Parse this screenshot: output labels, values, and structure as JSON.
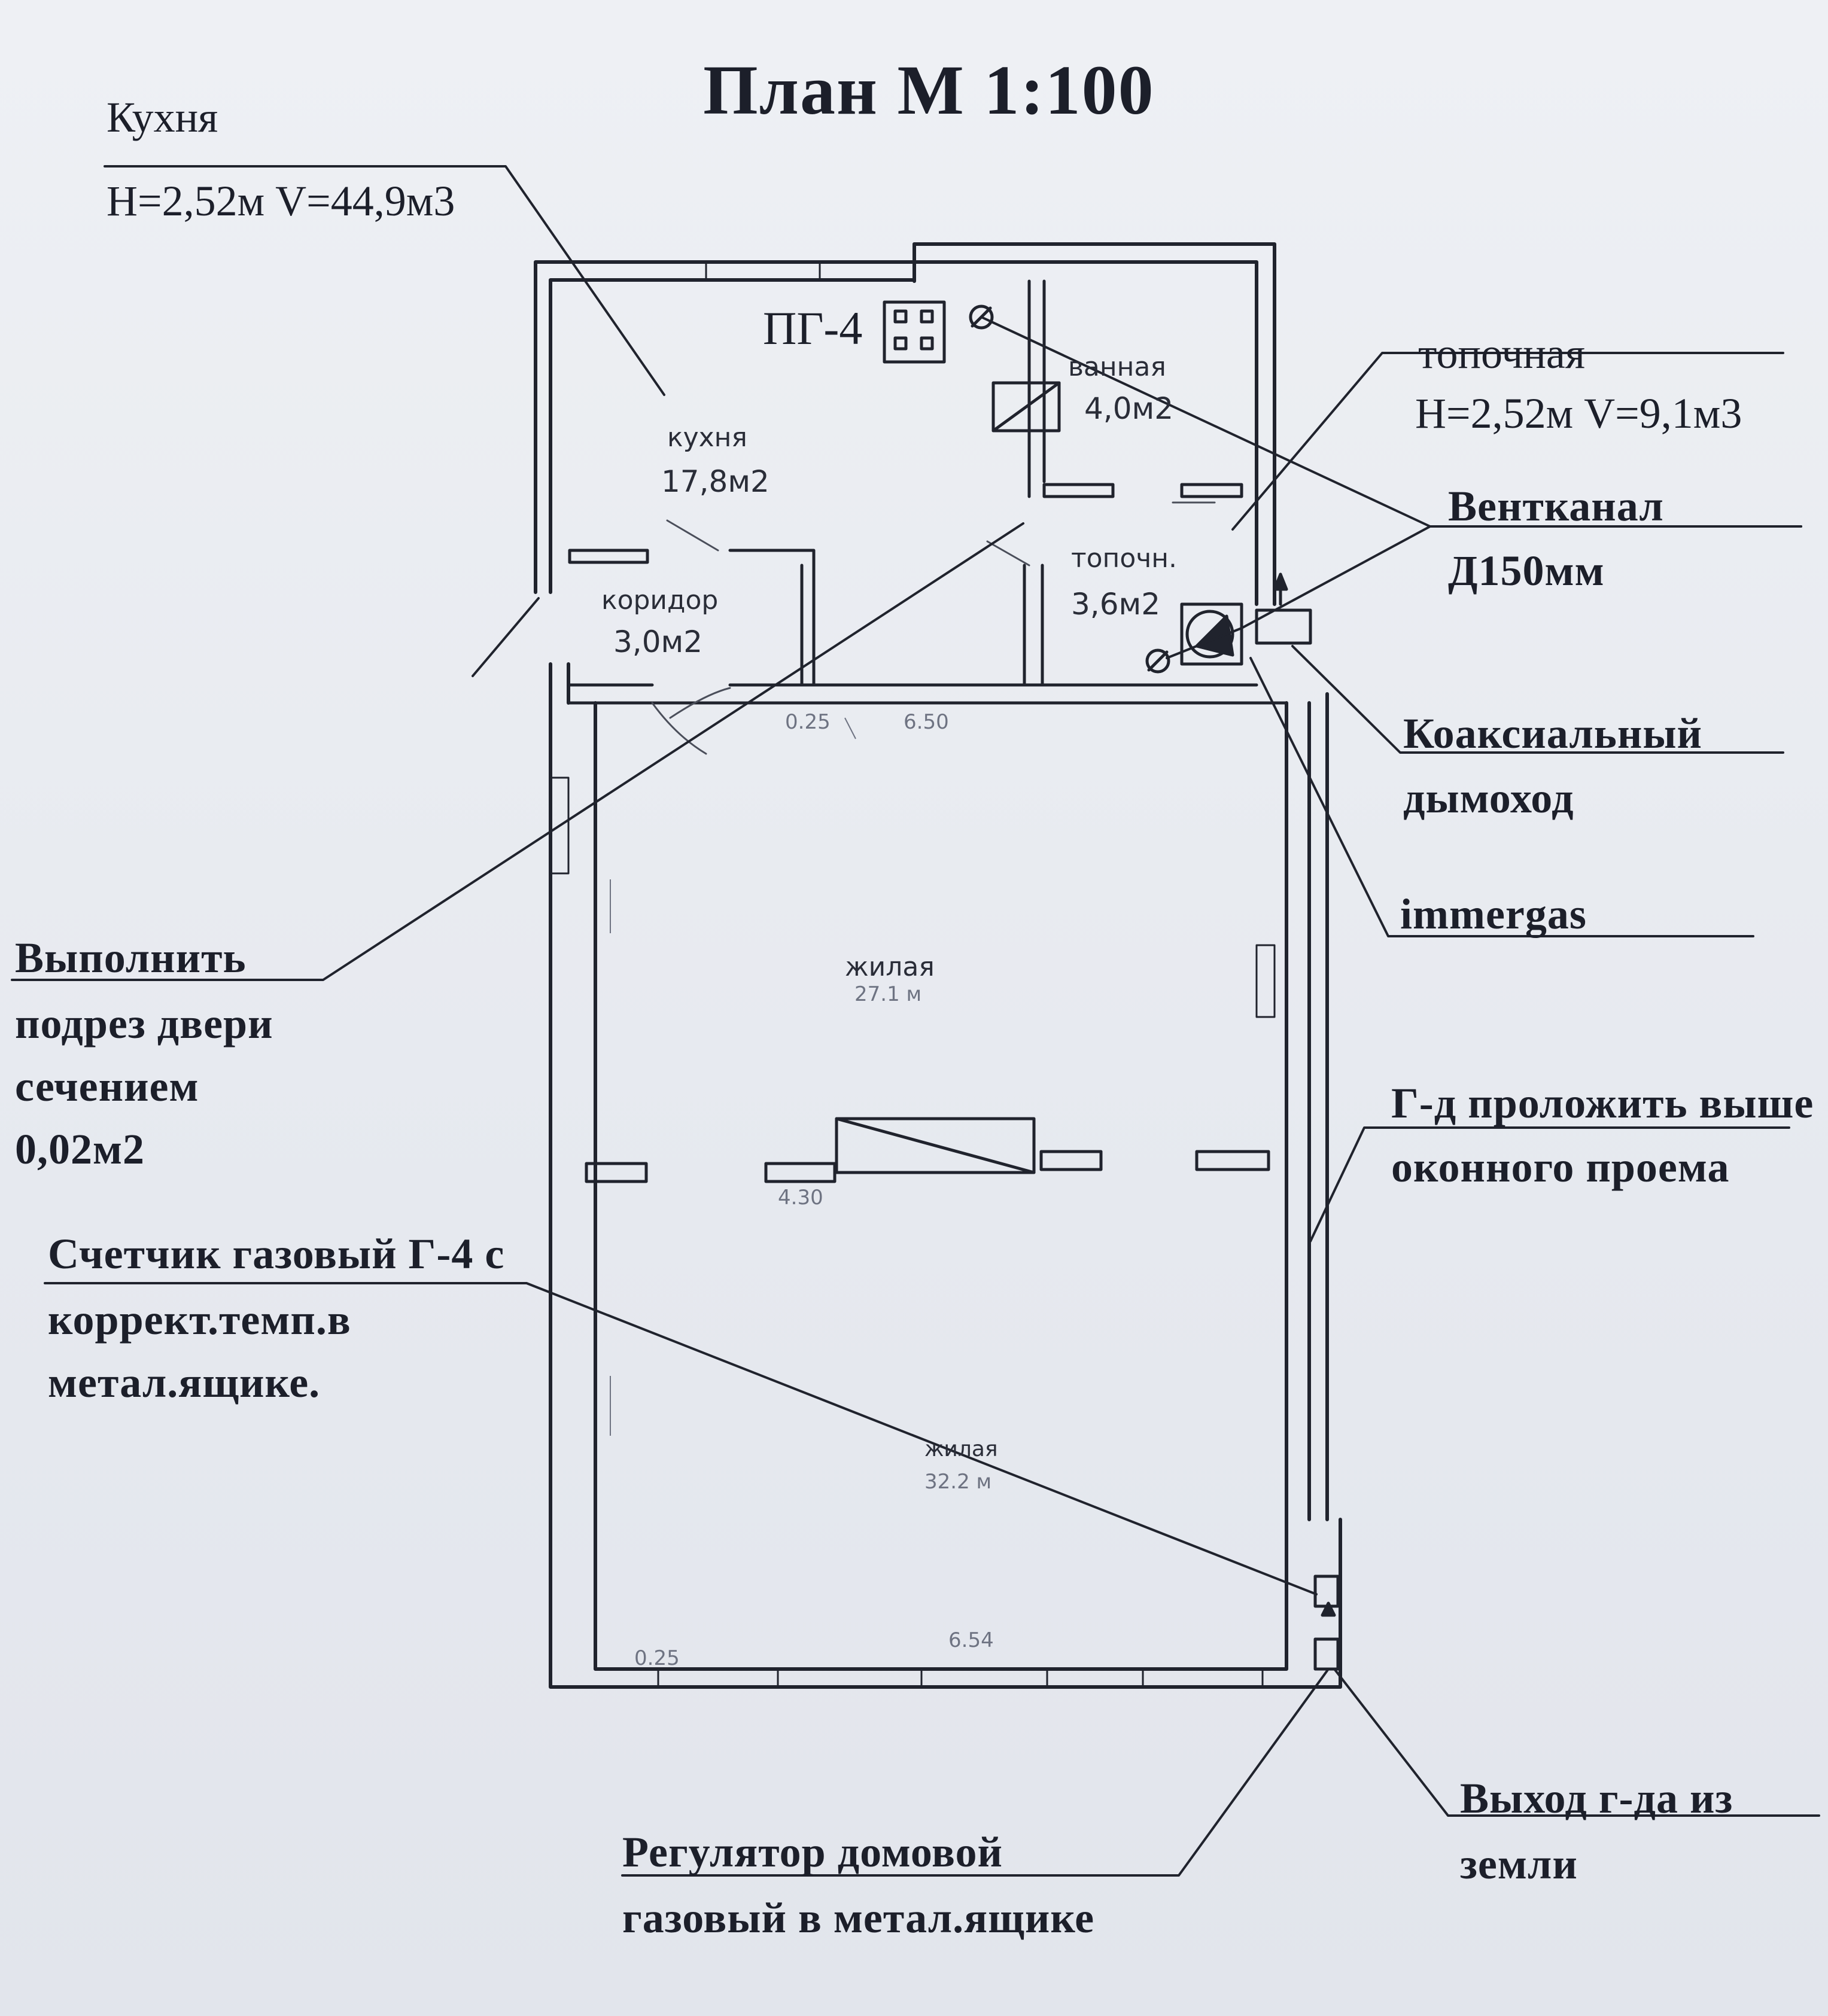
{
  "title": "План М 1:100",
  "kitchen_note": {
    "name": "Кухня",
    "params": "H=2,52м V=44,9м3"
  },
  "stove_label": "ПГ-4",
  "furnace_note": {
    "name": "топочная",
    "params": "H=2,52м V=9,1м3"
  },
  "vent_note": {
    "line1": "Вентканал",
    "line2": "Д150мм"
  },
  "chimney_note": {
    "line1": "Коаксиальный",
    "line2": "дымоход"
  },
  "boiler_brand": "immergas",
  "door_note": {
    "line1": "Выполнить",
    "line2": "подрез двери",
    "line3": "сечением",
    "line4": "0,02м2"
  },
  "pipe_note": {
    "line1": "Г-д проложить выше",
    "line2": "оконного проема"
  },
  "meter_note": {
    "line1": "Счетчик газовый Г-4 с",
    "line2": "коррект.темп.в",
    "line3": "метал.ящике."
  },
  "regulator_note": {
    "line1": "Регулятор домовой",
    "line2": "газовый в метал.ящике"
  },
  "outlet_note": {
    "line1": "Выход г-да из",
    "line2": "земли"
  },
  "rooms": {
    "kitchen": {
      "name": "кухня",
      "area": "17,8м2"
    },
    "bathroom": {
      "name": "ванная",
      "area": "4,0м2"
    },
    "furnace": {
      "name": "топочн.",
      "area": "3,6м2"
    },
    "corridor": {
      "name": "коридор",
      "area": "3,0м2"
    },
    "living1": {
      "name": "жилая",
      "area": "27.1 м"
    },
    "living2": {
      "name": "жилая",
      "area": "32.2 м"
    }
  },
  "dims": {
    "d1": "0.25",
    "d2": "6.50",
    "d3": "0.25",
    "d4": "6.54",
    "d5": "4.30"
  }
}
